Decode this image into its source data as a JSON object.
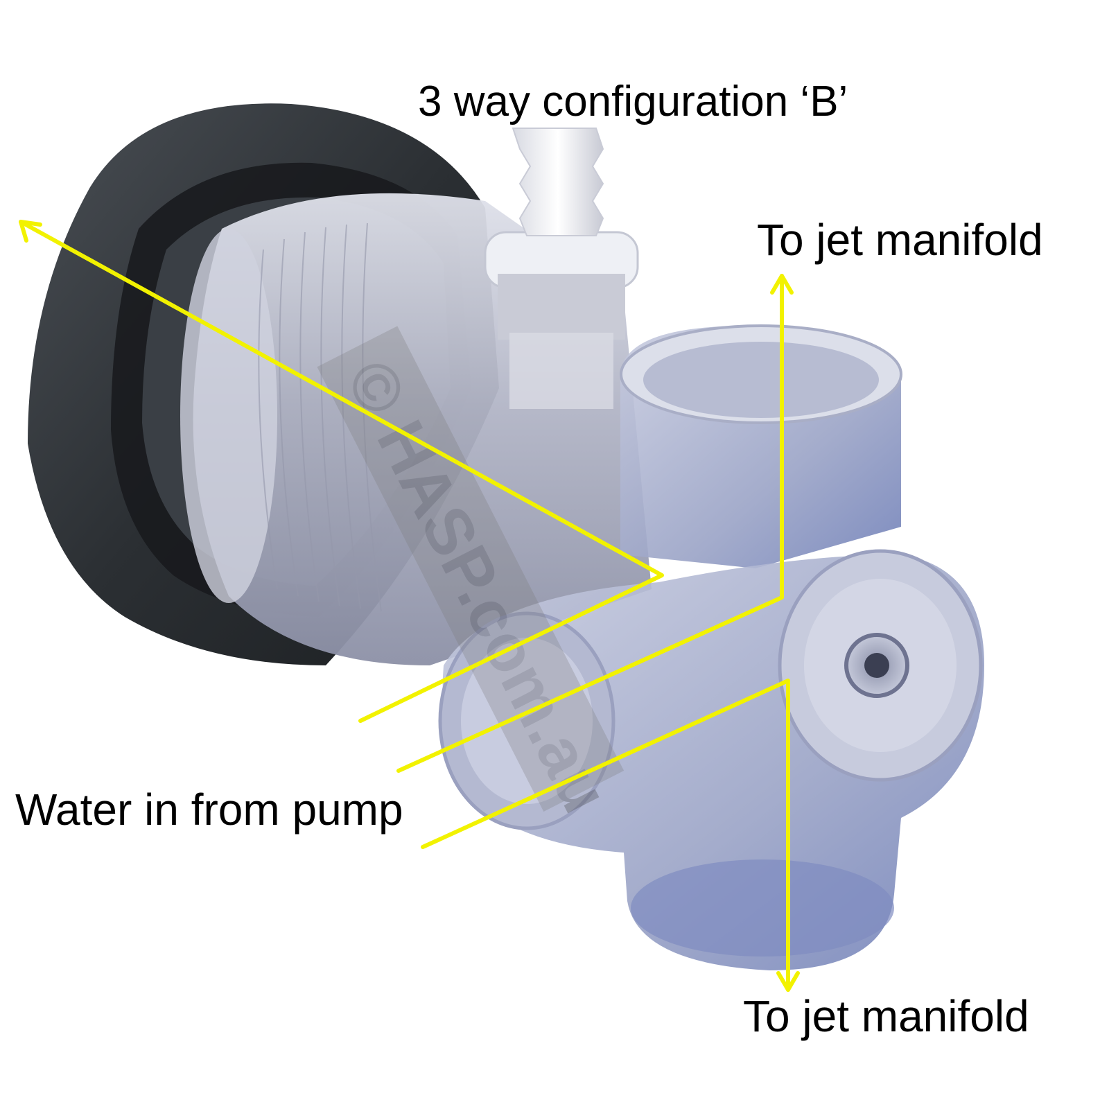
{
  "diagram": {
    "title": "3 way configuration ‘B’",
    "labels": {
      "outlet_top": "To jet manifold",
      "inlet": "Water in from pump",
      "outlet_bottom": "To jet manifold"
    },
    "watermark": "© HASP.com.au"
  },
  "colors": {
    "arrow": "#f2f200",
    "label_text": "#000000",
    "background": "#ffffff",
    "clear_plastic": "#b9bccd",
    "dark_flange": "#2b2f33",
    "barb_fitting": "#f0f0f4"
  },
  "icons": {
    "arrowhead": "arrowhead-icon",
    "object": "jet-body-illustration"
  }
}
